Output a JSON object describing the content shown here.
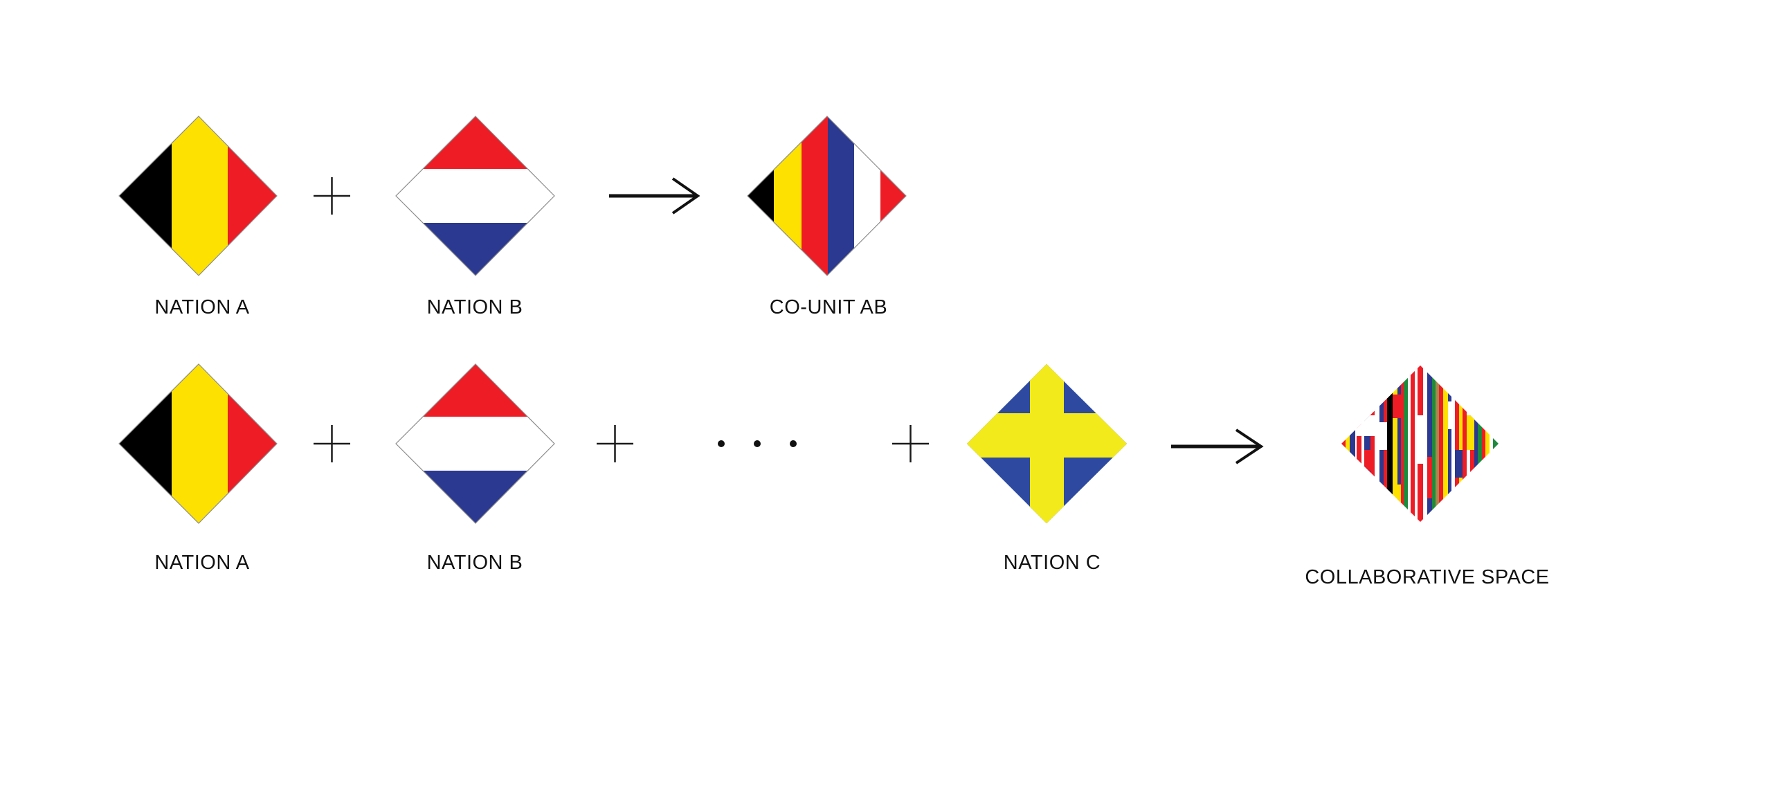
{
  "colors": {
    "black": "#000000",
    "yellow": "#fde100",
    "red": "#ee1c25",
    "white": "#ffffff",
    "blue": "#2b3990",
    "cross_yellow": "#f2ea1a",
    "cross_blue": "#2e4aa0",
    "outline": "#8c8c8c",
    "operator": "#1a1a1a"
  },
  "row1": {
    "nation_a": "NATION A",
    "nation_b": "NATION B",
    "plus": "+",
    "arrow": "arrow-right",
    "co_unit": "CO-UNIT AB"
  },
  "row2": {
    "nation_a": "NATION A",
    "nation_b": "NATION B",
    "plus": "+",
    "ellipsis": "· · ·",
    "nation_c": "NATION C",
    "arrow": "arrow-right",
    "result": "COLLABORATIVE SPACE"
  },
  "flags": {
    "nation_a": [
      "black",
      "yellow",
      "red"
    ],
    "nation_b": [
      "red",
      "white",
      "blue"
    ],
    "co_unit_ab": [
      "black",
      "yellow",
      "red",
      "blue",
      "white",
      "red"
    ],
    "nation_c": "yellow-cross-on-blue"
  }
}
